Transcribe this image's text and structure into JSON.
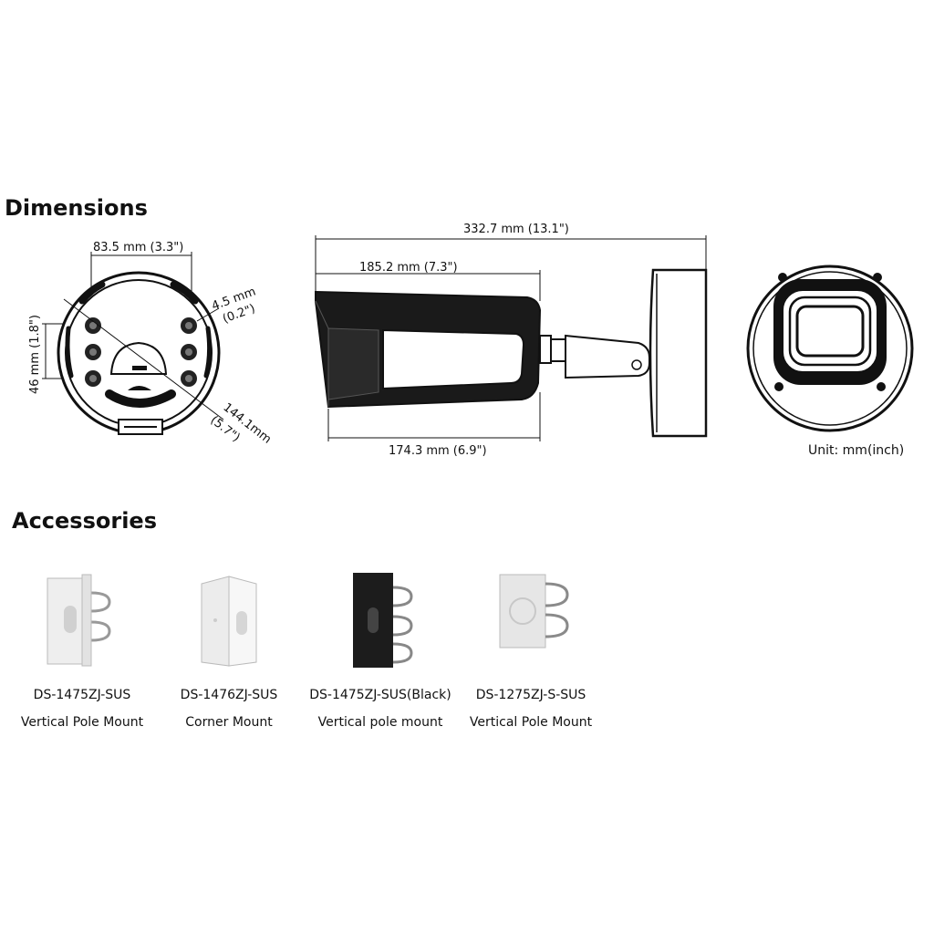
{
  "headings": {
    "dimensions": "Dimensions",
    "accessories": "Accessories"
  },
  "dimensions": {
    "width_top": "83.5 mm (3.3\")",
    "screw_offset_mm": "4.5 mm",
    "screw_offset_in": "(0.2\")",
    "vertical_mm": "46 mm (1.8\")",
    "diameter_mm": "144.1mm",
    "diameter_in": "(5.7\")",
    "total_length": "332.7 mm (13.1\")",
    "body_length": "185.2 mm (7.3\")",
    "bottom_length": "174.3 mm (6.9\")",
    "unit": "Unit: mm(inch)"
  },
  "accessories": [
    {
      "model": "DS-1475ZJ-SUS",
      "description": "Vertical Pole Mount",
      "color": "#eeeeee"
    },
    {
      "model": "DS-1476ZJ-SUS",
      "description": "Corner Mount",
      "color": "#f2f2f2"
    },
    {
      "model": "DS-1475ZJ-SUS(Black)",
      "description": "Vertical pole mount",
      "color": "#1c1c1c"
    },
    {
      "model": "DS-1275ZJ-S-SUS",
      "description": "Vertical Pole Mount",
      "color": "#e6e6e6"
    }
  ]
}
